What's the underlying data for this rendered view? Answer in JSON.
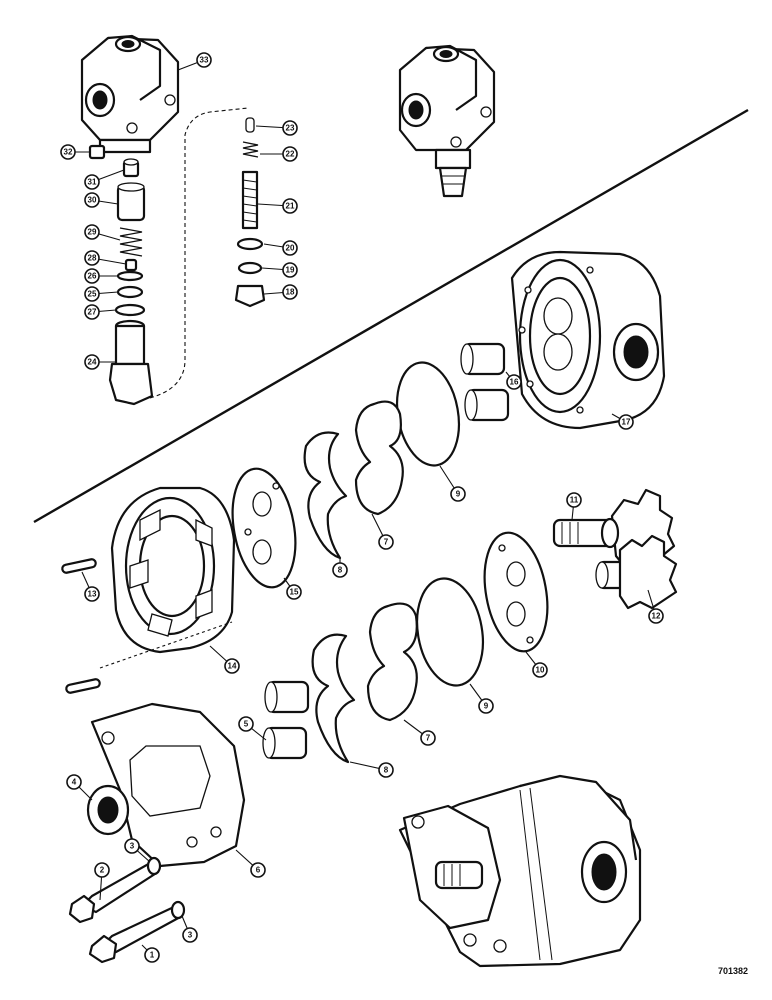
{
  "drawing_number": "701382",
  "callouts": [
    "1",
    "2",
    "3",
    "3",
    "4",
    "5",
    "6",
    "7",
    "7",
    "8",
    "8",
    "9",
    "9",
    "10",
    "11",
    "12",
    "13",
    "14",
    "15",
    "16",
    "17",
    "18",
    "19",
    "20",
    "21",
    "22",
    "23",
    "24",
    "25",
    "26",
    "27",
    "28",
    "29",
    "30",
    "31",
    "32",
    "33"
  ]
}
